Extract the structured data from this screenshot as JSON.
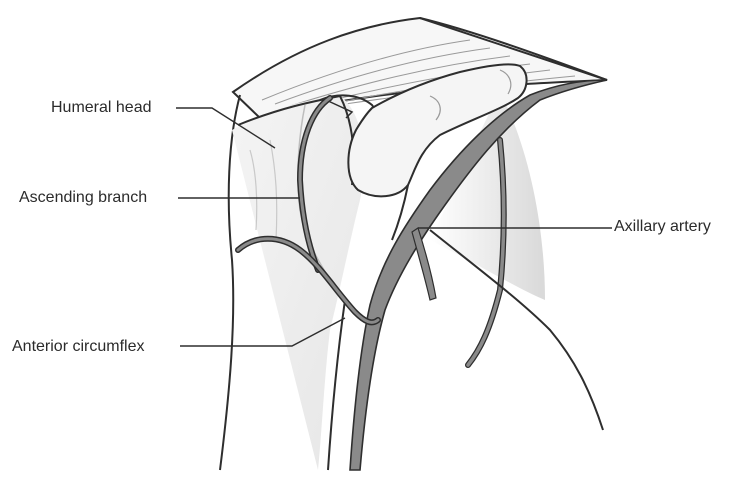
{
  "labels": {
    "humeral_head": "Humeral head",
    "ascending_branch": "Ascending branch",
    "axillary_artery": "Axillary artery",
    "anterior_circumflex": "Anterior circumflex"
  },
  "colors": {
    "background": "#ffffff",
    "outline": "#2e2e2e",
    "artery_fill": "#8a8a8a",
    "shadow": "#d6d6d6",
    "text": "#2b2b2b"
  }
}
